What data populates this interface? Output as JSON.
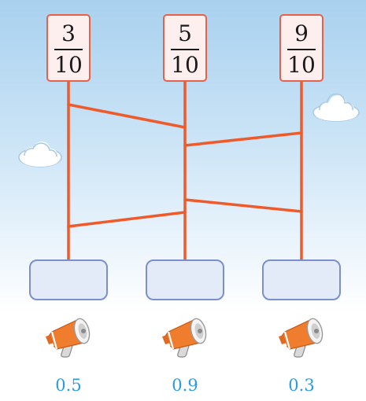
{
  "fractions": [
    {
      "numerator": "3",
      "denominator": "10"
    },
    {
      "numerator": "5",
      "denominator": "10"
    },
    {
      "numerator": "9",
      "denominator": "10"
    }
  ],
  "decimals": [
    "0.5",
    "0.9",
    "0.3"
  ],
  "colors": {
    "ladder_line": "#ef5a2a",
    "card_border": "#e8604a",
    "card_fill": "#fcefee",
    "box_border": "#7b8fcc",
    "box_fill": "#e3ebf9",
    "decimal_text": "#2a9be0"
  },
  "icons": {
    "speaker": "megaphone-icon",
    "cloud": "cloud-icon"
  }
}
